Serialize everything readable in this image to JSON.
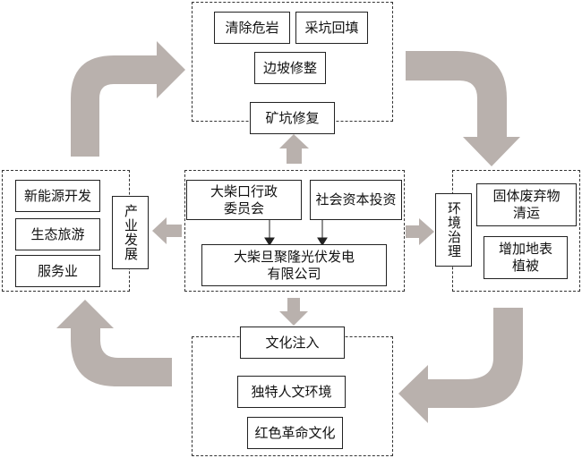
{
  "colors": {
    "arrow": "#b9b1ad",
    "border": "#222222"
  },
  "top_group": {
    "items": [
      "清除危岩",
      "采坑回填",
      "边坡修整"
    ],
    "label": "矿坑修复"
  },
  "center_group": {
    "committee": "大柴口行政委员会",
    "committee_lines": [
      "大柴口行政",
      "委员会"
    ],
    "social_capital": "社会资本投资",
    "company_lines": [
      "大柴旦聚隆光伏发电",
      "有限公司"
    ]
  },
  "left_group": {
    "items": [
      "新能源开发",
      "生态旅游",
      "服务业"
    ],
    "label": "产业发展"
  },
  "right_group": {
    "label": "环境治理",
    "items": [
      {
        "lines": [
          "固体废弃物",
          "清运"
        ]
      },
      {
        "lines": [
          "增加地表",
          "植被"
        ]
      }
    ]
  },
  "bottom_group": {
    "label": "文化注入",
    "items": [
      "独特人文环境",
      "红色革命文化"
    ]
  }
}
